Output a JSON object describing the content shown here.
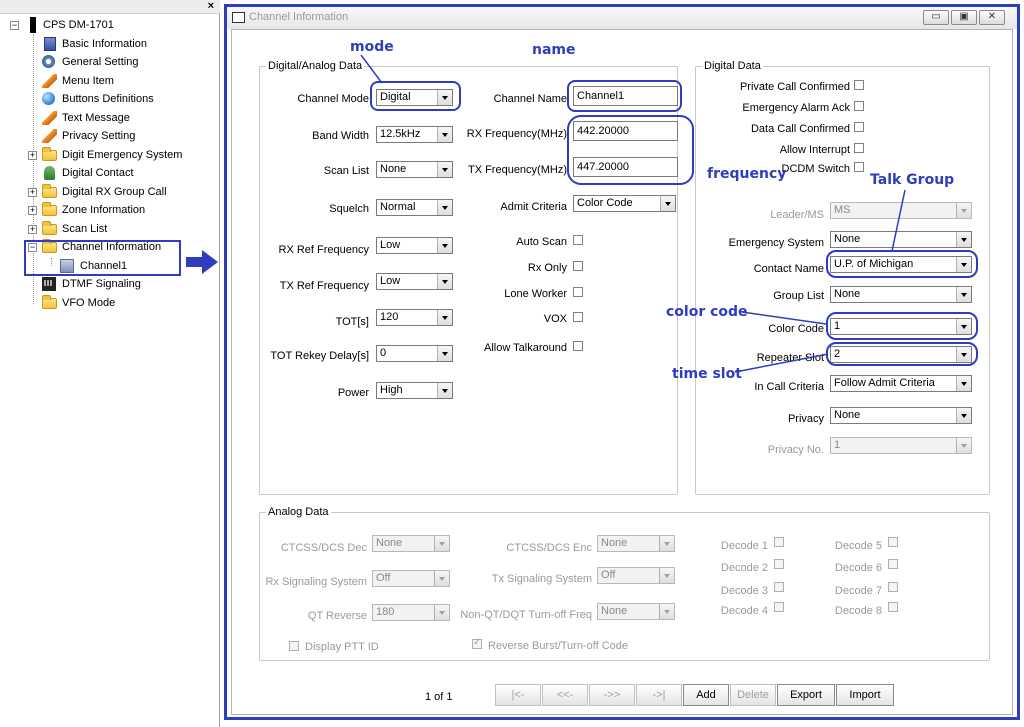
{
  "tree": {
    "close": "×",
    "root": "CPS DM-1701",
    "items": [
      {
        "label": "Basic Information"
      },
      {
        "label": "General Setting"
      },
      {
        "label": "Menu Item"
      },
      {
        "label": "Buttons Definitions"
      },
      {
        "label": "Text Message"
      },
      {
        "label": "Privacy Setting"
      },
      {
        "label": "Digit Emergency System"
      },
      {
        "label": "Digital Contact"
      },
      {
        "label": "Digital RX Group Call"
      },
      {
        "label": "Zone Information"
      },
      {
        "label": "Scan List"
      },
      {
        "label": "Channel Information"
      },
      {
        "label": "Channel1"
      },
      {
        "label": "DTMF Signaling"
      },
      {
        "label": "VFO Mode"
      }
    ]
  },
  "window": {
    "title": "Channel Information",
    "minimize": "▭",
    "maximize": "▣",
    "close": "✕"
  },
  "digital_analog": {
    "title": "Digital/Analog Data",
    "channel_mode": {
      "label": "Channel Mode",
      "value": "Digital"
    },
    "band_width": {
      "label": "Band Width",
      "value": "12.5kHz"
    },
    "scan_list": {
      "label": "Scan List",
      "value": "None"
    },
    "squelch": {
      "label": "Squelch",
      "value": "Normal"
    },
    "rx_ref": {
      "label": "RX Ref Frequency",
      "value": "Low"
    },
    "tx_ref": {
      "label": "TX Ref Frequency",
      "value": "Low"
    },
    "tot": {
      "label": "TOT[s]",
      "value": "120"
    },
    "tot_rekey": {
      "label": "TOT Rekey Delay[s]",
      "value": "0"
    },
    "power": {
      "label": "Power",
      "value": "High"
    },
    "channel_name": {
      "label": "Channel Name",
      "value": "Channel1"
    },
    "rx_freq": {
      "label": "RX Frequency(MHz)",
      "value": "442.20000"
    },
    "tx_freq": {
      "label": "TX Frequency(MHz)",
      "value": "447.20000"
    },
    "admit_criteria": {
      "label": "Admit Criteria",
      "value": "Color Code"
    },
    "auto_scan": {
      "label": "Auto Scan"
    },
    "rx_only": {
      "label": "Rx Only"
    },
    "lone_worker": {
      "label": "Lone Worker"
    },
    "vox": {
      "label": "VOX"
    },
    "allow_talkaround": {
      "label": "Allow Talkaround"
    }
  },
  "digital": {
    "title": "Digital Data",
    "private_call": {
      "label": "Private Call Confirmed"
    },
    "emergency_ack": {
      "label": "Emergency Alarm Ack"
    },
    "data_call": {
      "label": "Data Call Confirmed"
    },
    "allow_interrupt": {
      "label": "Allow Interrupt"
    },
    "dcdm_switch": {
      "label": "DCDM Switch"
    },
    "leader_ms": {
      "label": "Leader/MS",
      "value": "MS"
    },
    "emergency_system": {
      "label": "Emergency System",
      "value": "None"
    },
    "contact_name": {
      "label": "Contact Name",
      "value": "U.P. of Michigan"
    },
    "group_list": {
      "label": "Group List",
      "value": "None"
    },
    "color_code": {
      "label": "Color Code",
      "value": "1"
    },
    "repeater_slot": {
      "label": "Repeater Slot",
      "value": "2"
    },
    "in_call_criteria": {
      "label": "In Call Criteria",
      "value": "Follow Admit Criteria"
    },
    "privacy": {
      "label": "Privacy",
      "value": "None"
    },
    "privacy_no": {
      "label": "Privacy No.",
      "value": "1"
    }
  },
  "analog": {
    "title": "Analog Data",
    "ctcss_dec": {
      "label": "CTCSS/DCS Dec",
      "value": "None"
    },
    "rx_signaling": {
      "label": "Rx Signaling System",
      "value": "Off"
    },
    "qt_reverse": {
      "label": "QT Reverse",
      "value": "180"
    },
    "display_ptt": {
      "label": "Display PTT ID"
    },
    "ctcss_enc": {
      "label": "CTCSS/DCS Enc",
      "value": "None"
    },
    "tx_signaling": {
      "label": "Tx Signaling System",
      "value": "Off"
    },
    "nonqt": {
      "label": "Non-QT/DQT Turn-off Freq",
      "value": "None"
    },
    "reverse_burst": {
      "label": "Reverse Burst/Turn-off Code"
    },
    "decode": [
      "Decode 1",
      "Decode 2",
      "Decode 3",
      "Decode 4",
      "Decode 5",
      "Decode 6",
      "Decode 7",
      "Decode 8"
    ]
  },
  "annotations": {
    "mode": "mode",
    "name": "name",
    "frequency": "frequency",
    "talk_group": "Talk Group",
    "color_code": "color code",
    "time_slot": "time slot",
    "color": "#2e3dbd"
  },
  "nav": {
    "page": "1 of 1",
    "first": "|<-",
    "prev": "<<-",
    "next": "->>",
    "last": "->|",
    "add": "Add",
    "delete": "Delete",
    "export": "Export",
    "import": "Import"
  }
}
